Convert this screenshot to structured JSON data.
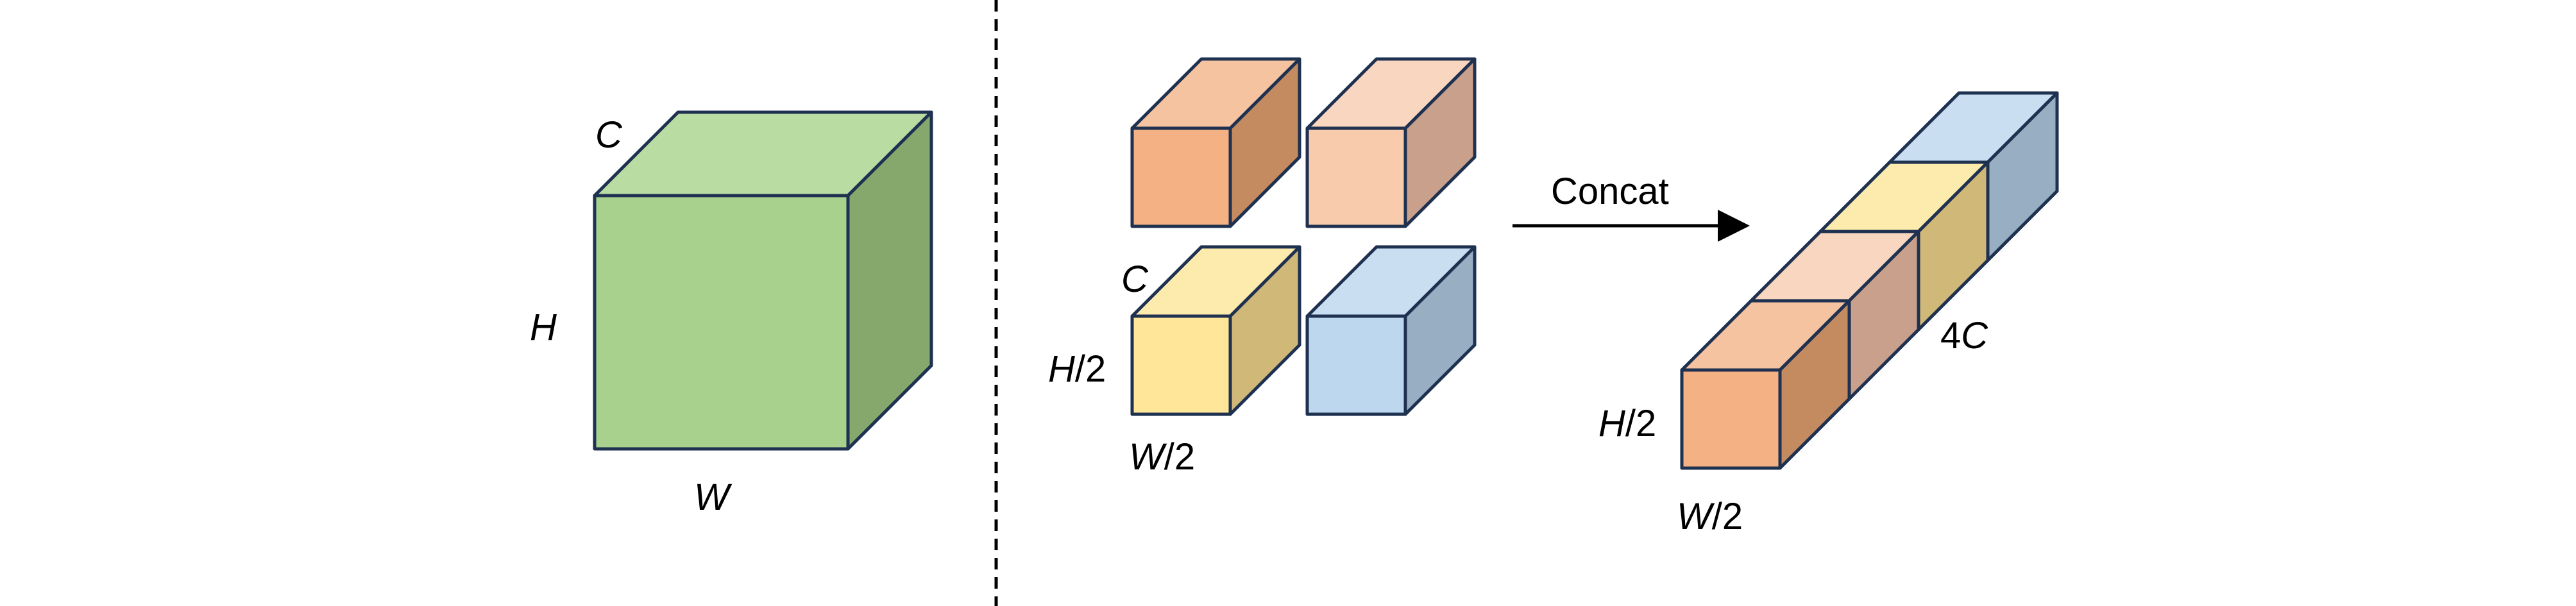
{
  "colors": {
    "edge": "#1f3150",
    "green": {
      "front": "#a8d18d",
      "top": "#b9dca3",
      "side": "#86a86c"
    },
    "orange": {
      "front": "#f4b183",
      "top": "#f6c3a0",
      "side": "#c48a60"
    },
    "peach": {
      "front": "#f8cbad",
      "top": "#f9d6bf",
      "side": "#c8a08b"
    },
    "yellow": {
      "front": "#ffe699",
      "top": "#fdebad",
      "side": "#cfb878"
    },
    "blue": {
      "front": "#bdd7ee",
      "top": "#cadef2",
      "side": "#98aec2"
    }
  },
  "icons": {
    "divider": "dashed-divider-line",
    "arrow": "right-arrow-icon"
  },
  "left": {
    "labels": {
      "c": "C",
      "h": "H",
      "w": "W"
    }
  },
  "middle": {
    "labels": {
      "c": "C",
      "h_prefix": "H",
      "h_suffix": "/2",
      "w_prefix": "W",
      "w_suffix": "/2"
    }
  },
  "arrow": {
    "label": "Concat"
  },
  "right": {
    "labels": {
      "c_prefix": "4",
      "c_suffix": "C",
      "h_prefix": "H",
      "h_suffix": "/2",
      "w_prefix": "W",
      "w_suffix": "/2"
    }
  }
}
